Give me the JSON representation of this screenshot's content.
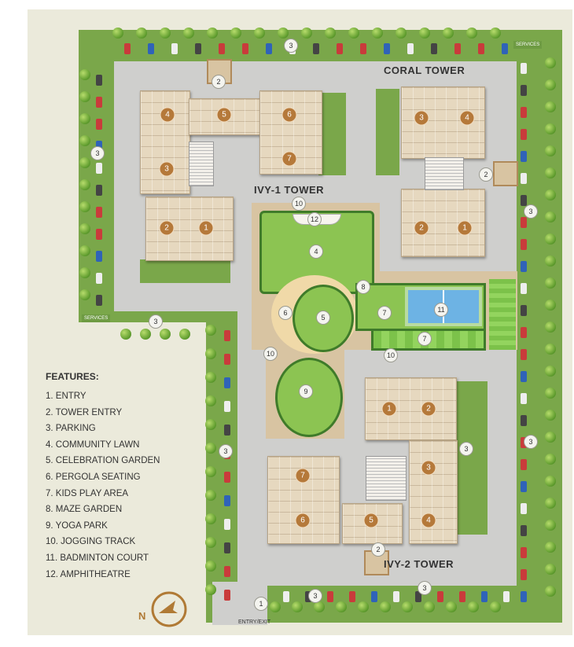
{
  "towers": {
    "coral": "CORAL TOWER",
    "ivy1": "IVY-1 TOWER",
    "ivy2": "IVY-2 TOWER"
  },
  "services": [
    "SERVICES",
    "SERVICES"
  ],
  "entry_exit": "ENTRY/EXIT",
  "compass": {
    "north_label": "N"
  },
  "legend": {
    "title": "FEATURES:",
    "items": [
      "1. ENTRY",
      "2. TOWER ENTRY",
      "3. PARKING",
      "4. COMMUNITY LAWN",
      "5. CELEBRATION GARDEN",
      "6. PERGOLA SEATING",
      "7. KIDS PLAY AREA",
      "8. MAZE GARDEN",
      "9. YOGA PARK",
      "10. JOGGING TRACK",
      "11. BADMINTON COURT",
      "12. AMPHITHEATRE"
    ]
  },
  "site_markers": [
    "3",
    "2",
    "3",
    "2",
    "10",
    "12",
    "4",
    "8",
    "6",
    "5",
    "7",
    "11",
    "7",
    "10",
    "10",
    "9",
    "3",
    "3",
    "3",
    "3",
    "3",
    "2",
    "3",
    "3",
    "1"
  ],
  "unit_markers": {
    "ivy1": [
      "4",
      "5",
      "6",
      "3",
      "7",
      "2",
      "1"
    ],
    "coral": [
      "3",
      "4",
      "2",
      "1"
    ],
    "ivy2": [
      "1",
      "2",
      "7",
      "3",
      "6",
      "5",
      "4"
    ]
  },
  "colors": {
    "background": "#ebeadb",
    "road": "#cfcfcd",
    "green": "#7aa74a",
    "unit_marker": "#b5793a",
    "court": "#6db3e4"
  }
}
